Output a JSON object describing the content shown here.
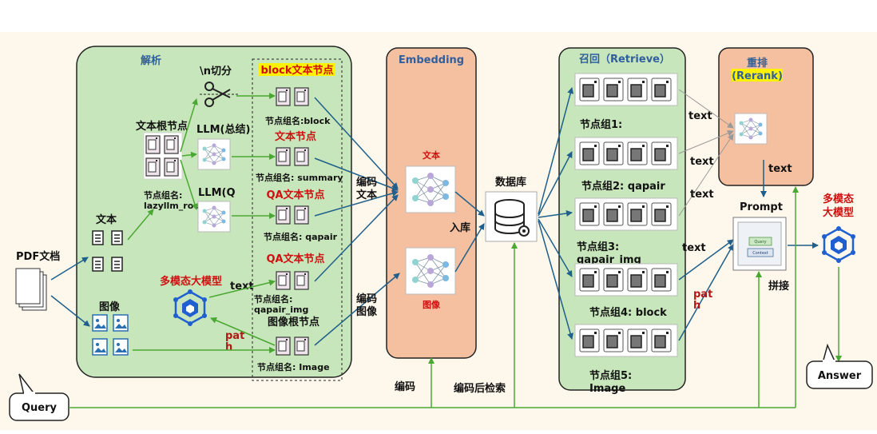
{
  "parse": {
    "title": "解析",
    "pdf": "PDF文档",
    "text": "文本",
    "image": "图像",
    "split": "\\n切分",
    "llm_summary": "LLM(总结)",
    "llm_q": "LLM(Q",
    "root_text": "文本根节点",
    "root_group_1": "节点组名:",
    "root_group_2": "lazyllm_root",
    "mm_llm": "多模态大模型",
    "text_arrow": "text",
    "path_1": "pat",
    "path_2": "h",
    "block_title": "block文本节点",
    "group_block": "节点组名:block",
    "text_node_title": "文本节点",
    "group_summary": "节点组名: summary",
    "qa_title_1": "QA文本节点",
    "group_qapair": "节点组名: qapair",
    "qa_title_2": "QA文本节点",
    "group_qapair_img_1": "节点组名:",
    "group_qapair_img_2": "qapair_img",
    "image_root_title": "图像根节点",
    "group_image": "节点组名: Image"
  },
  "embed": {
    "title": "Embedding",
    "text_label": "文本",
    "image_label": "图像",
    "encode_text_1": "编码",
    "encode_text_2": "文本",
    "encode_image_1": "编码",
    "encode_image_2": "图像",
    "encode_bottom": "编码"
  },
  "db": {
    "title": "数据库",
    "store": "入库",
    "search": "编码后检索"
  },
  "retrieve": {
    "title": "召回（Retrieve）",
    "groups": [
      "节点组1:",
      "节点组2: qapair",
      "节点组3:",
      "节点组4: block",
      "节点组5:"
    ],
    "group3_sub": "qapair_img",
    "group5_sub": "Image",
    "text_labels": [
      "text",
      "text",
      "text",
      "text"
    ],
    "path_1": "pat",
    "path_2": "h"
  },
  "rerank": {
    "title_1": "重排",
    "title_2": "(Rerank)",
    "text_out": "text"
  },
  "prompt": {
    "title": "Prompt",
    "query_chip": "Query",
    "context_chip": "Context",
    "concat": "拼接"
  },
  "final": {
    "mm_llm_1": "多模态",
    "mm_llm_2": "大模型",
    "answer": "Answer",
    "query": "Query"
  }
}
